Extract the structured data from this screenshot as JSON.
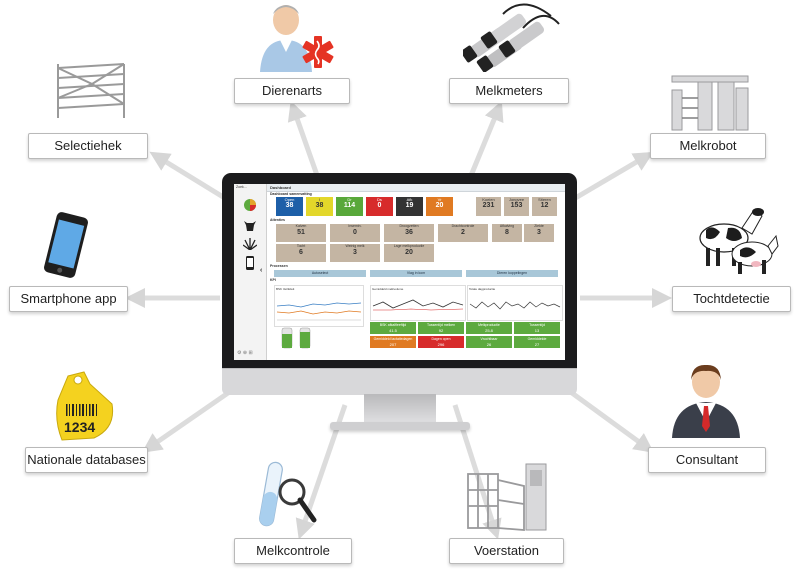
{
  "labels": {
    "dierenarts": "Dierenarts",
    "melkmeters": "Melkmeters",
    "selectiehek": "Selectiehek",
    "melkrobot": "Melkrobot",
    "smartphone": "Smartphone app",
    "tochtdetectie": "Tochtdetectie",
    "nationale": "Nationale databases",
    "consultant": "Consultant",
    "melkcontrole": "Melkcontrole",
    "voerstation": "Voerstation"
  },
  "ear_tag": {
    "number": "1234"
  },
  "dashboard": {
    "title": "Dashboard",
    "search": "Zoek...",
    "section_1": "Dashboard samenvatting",
    "section_2": "Attenties",
    "section_3": "Processen",
    "section_4": "KPI",
    "status_tiles": [
      {
        "label": "Open",
        "value": "38",
        "color": "#1d5fa8"
      },
      {
        "label": "I",
        "value": "38",
        "color": "#e3d72a"
      },
      {
        "label": "Dr",
        "value": "114",
        "color": "#58a83a"
      },
      {
        "label": "Ds",
        "value": "0",
        "color": "#d72b2b"
      },
      {
        "label": "Afk",
        "value": "19",
        "color": "#333333"
      },
      {
        "label": "Vr",
        "value": "20",
        "color": "#e07a22"
      }
    ],
    "count_tiles": [
      {
        "label": "Koeien",
        "value": "231"
      },
      {
        "label": "Jongvee",
        "value": "153"
      },
      {
        "label": "Stieren",
        "value": "12"
      }
    ],
    "attention_tiles": [
      {
        "label": "Kalven",
        "value": "51"
      },
      {
        "label": "Insemin.",
        "value": "0"
      },
      {
        "label": "Droogzetten",
        "value": "36"
      },
      {
        "label": "Drachtcontrole",
        "value": "2"
      },
      {
        "label": "Afkalving",
        "value": "8"
      },
      {
        "label": "Ziekte",
        "value": "3"
      },
      {
        "label": "Tocht",
        "value": "6"
      },
      {
        "label": "Weinig melk",
        "value": "3"
      },
      {
        "label": "Lage melkproductie",
        "value": "20"
      }
    ],
    "process_tabs": [
      "Autoselect",
      "Vlag in kom",
      "Dieren koppelingen"
    ],
    "chart_titles": [
      "BSK Vet/Eiwit",
      "Gemiddeld melkvolume",
      "Totale dagproductie"
    ],
    "kpi_tiles": [
      {
        "label": "BSK afkalfleeftijd",
        "value": "41.5",
        "color": "#5daa3f"
      },
      {
        "label": "Tussentijd melken",
        "value": "92",
        "color": "#5daa3f"
      },
      {
        "label": "Melkproductie",
        "value": "25.8",
        "color": "#5daa3f"
      },
      {
        "label": "Tussentijd",
        "value": "13",
        "color": "#5daa3f"
      },
      {
        "label": "Gemiddeld lactatiedagen",
        "value": "207",
        "color": "#e07a22"
      },
      {
        "label": "Dagen open",
        "value": "296",
        "color": "#d72b2b"
      },
      {
        "label": "Vruchtbaar",
        "value": "26",
        "color": "#5daa3f"
      },
      {
        "label": "Gemiddelde",
        "value": "27",
        "color": "#5daa3f"
      }
    ]
  }
}
